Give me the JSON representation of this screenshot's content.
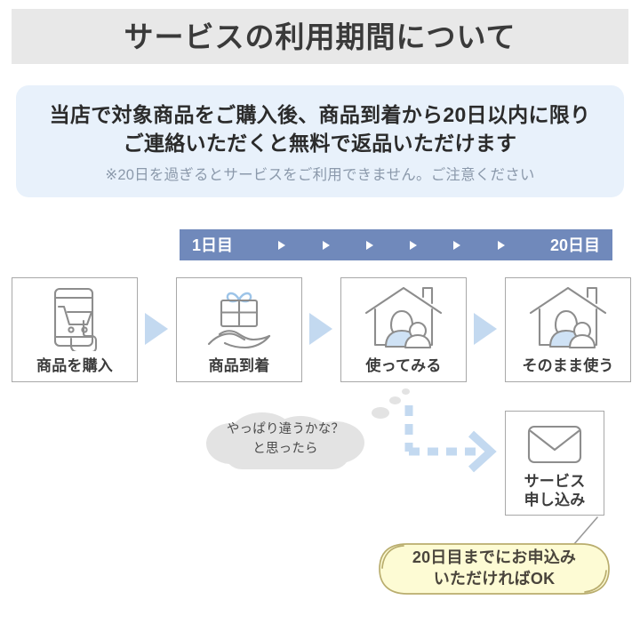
{
  "header": {
    "title": "サービスの利用期間について",
    "band_color": "#e8e8e8",
    "text_color": "#3a3a3a"
  },
  "notice": {
    "line1": "当店で対象商品をご購入後、商品到着から20日以内に限り",
    "line2": "ご連絡いただくと無料で返品いただけます",
    "sub": "※20日を過ぎるとサービスをご利用できません。ご注意ください",
    "bg_color": "#e8f1fb",
    "text_color": "#2b2b2b",
    "sub_color": "#8b99ab"
  },
  "timeline": {
    "start_label": "1日目",
    "end_label": "20日目",
    "arrow_count": 6,
    "bar_color": "#7089bb",
    "label_color": "#ffffff"
  },
  "steps": [
    {
      "label": "商品を購入",
      "icon": "smartphone-cart-icon"
    },
    {
      "label": "商品到着",
      "icon": "gift-on-hand-icon"
    },
    {
      "label": "使ってみる",
      "icon": "house-family-icon"
    },
    {
      "label": "そのまま使う",
      "icon": "house-family-icon"
    }
  ],
  "step_arrow": {
    "icon": "triangle-right-icon",
    "color": "#c3d9f0",
    "count": 3
  },
  "thought": {
    "line1": "やっぱり違うかな？",
    "line2": "と思ったら",
    "bubble_color": "#e3e3e3",
    "text_color": "#4a4a4a"
  },
  "dashed_arrow": {
    "icon": "dashed-elbow-arrow-icon",
    "color": "#c3d9f0"
  },
  "apply": {
    "icon": "envelope-icon",
    "label_line1": "サービス",
    "label_line2": "申し込み",
    "border_color": "#a8a8a8"
  },
  "callout": {
    "line1": "20日目までにお申込み",
    "line2": "いただければOK",
    "bg_color": "#fdfbd4",
    "border_color": "#b9ad6e",
    "text_color": "#4a453c"
  }
}
